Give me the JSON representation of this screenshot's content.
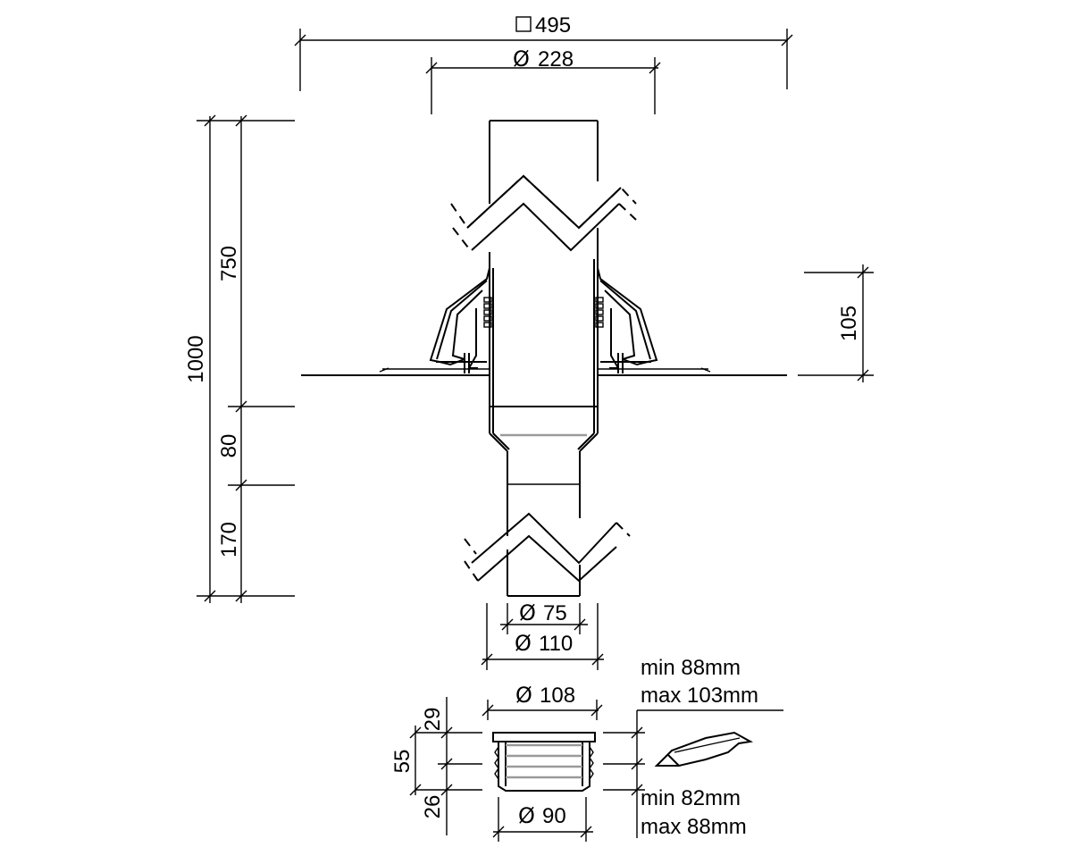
{
  "top": {
    "square_symbol": "□",
    "square_value": "495",
    "diameter_symbol": "Ø",
    "outer_diameter_value": "228"
  },
  "vertical_dims": {
    "total": "1000",
    "upper": "750",
    "middle": "80",
    "lower": "170",
    "right": "105"
  },
  "pipe_dims": {
    "inner_diameter": "75",
    "outer_diameter": "110"
  },
  "insert": {
    "top_diameter": "108",
    "bottom_diameter": "90",
    "heights": {
      "top": "29",
      "middle": "55",
      "bottom": "26"
    },
    "range_upper": {
      "min": "min 88mm",
      "max": "max 103mm"
    },
    "range_lower": {
      "min": "min 82mm",
      "max": "max 88mm"
    }
  },
  "colors": {
    "line": "#000000",
    "hatch": "#9a9a9a",
    "background": "#ffffff"
  }
}
